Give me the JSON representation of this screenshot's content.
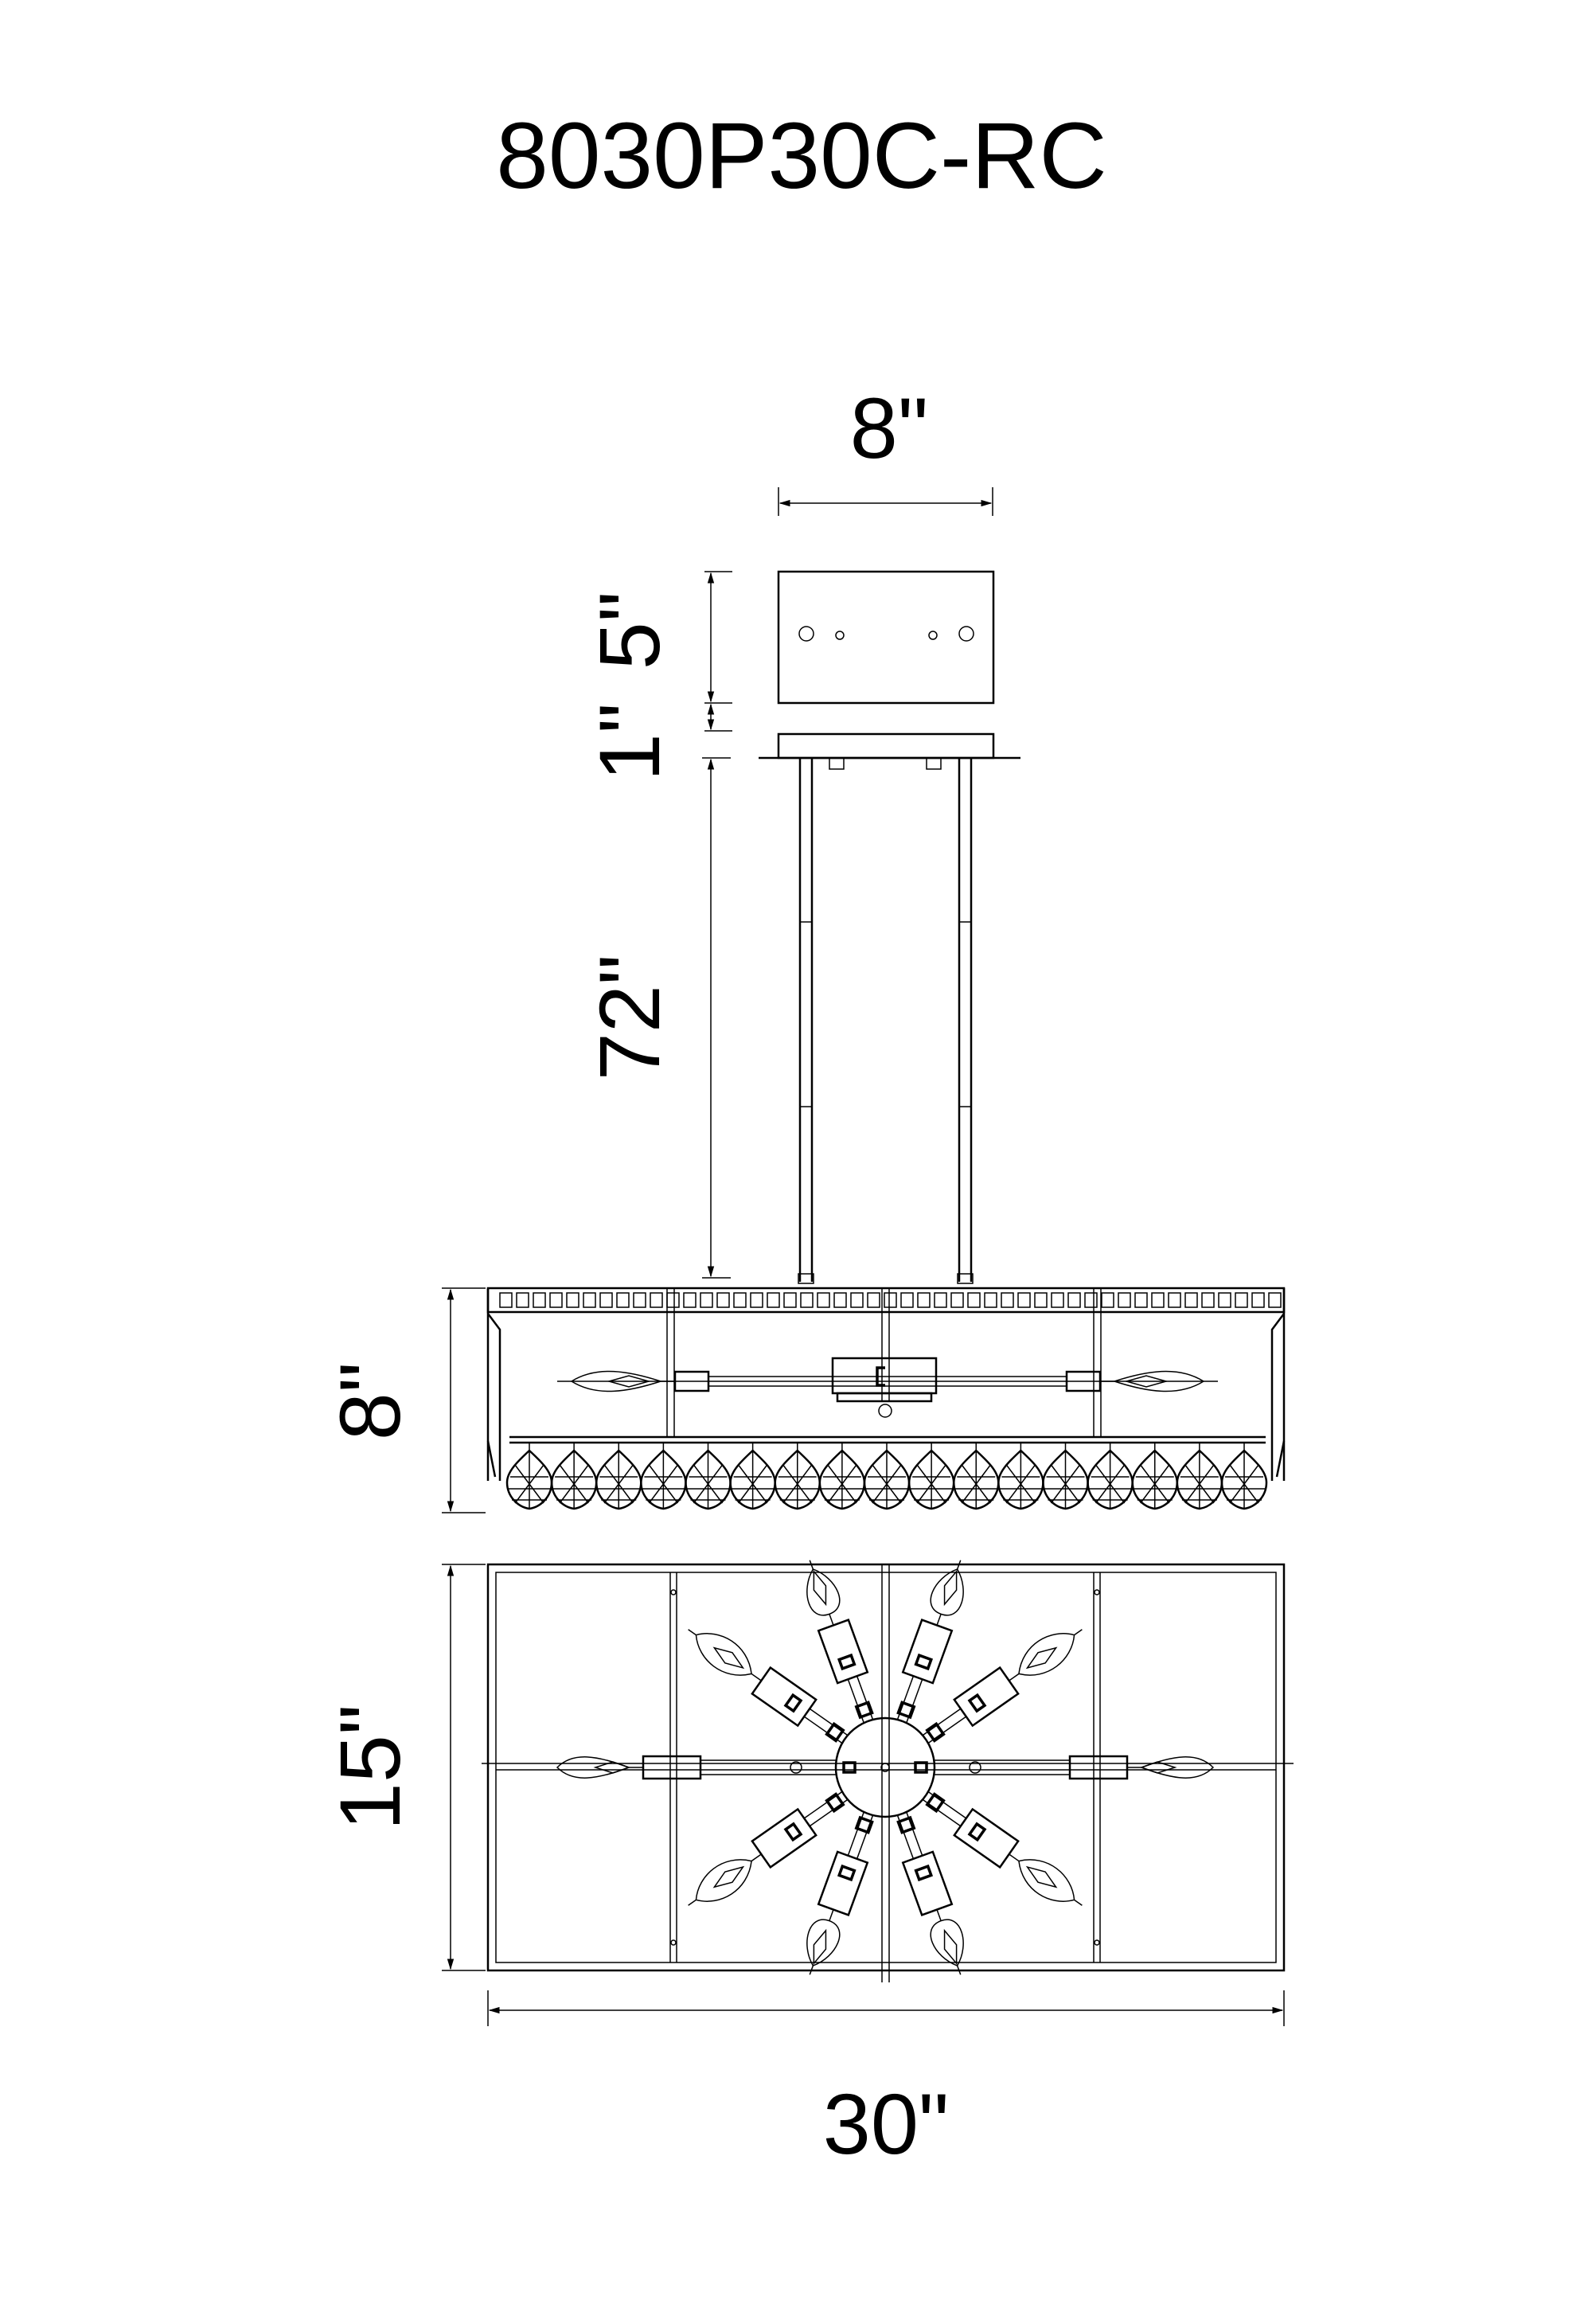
{
  "title": "8030P30C-RC",
  "dimensions": {
    "canopy_width": "8\"",
    "canopy_height": "5\"",
    "canopy_plate": "1\"",
    "rod_length": "72\"",
    "body_height": "8\"",
    "body_depth": "15\"",
    "body_width": "30\""
  },
  "crystal_count": 17,
  "top_view_bulb_count": 10
}
